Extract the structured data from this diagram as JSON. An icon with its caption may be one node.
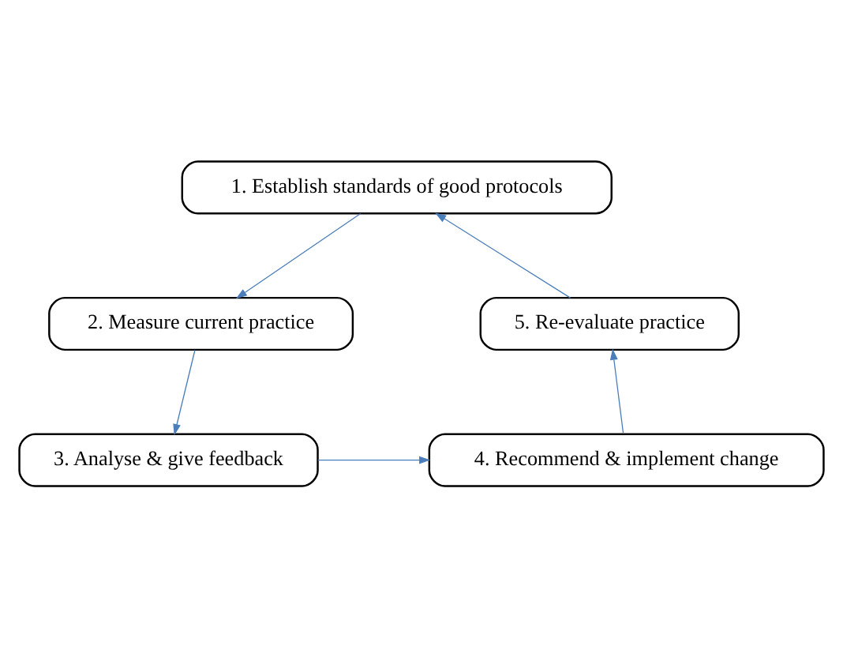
{
  "diagram": {
    "nodes": [
      {
        "text": [
          "1. Establish standards of good protocols"
        ]
      },
      {
        "text": [
          "2. Measure current practice"
        ]
      },
      {
        "text": [
          "3. Analyse & give feedback"
        ]
      },
      {
        "text": [
          "4. Recommend & implement change"
        ]
      },
      {
        "text": [
          "5. Re-evaluate practice"
        ]
      }
    ],
    "edges": [
      {
        "from": 0,
        "to": 1,
        "arrow": "to",
        "color": "#4a7ebb"
      },
      {
        "from": 1,
        "to": 2,
        "arrow": "to",
        "color": "#4a7ebb"
      },
      {
        "from": 2,
        "to": 3,
        "arrow": "to",
        "color": "#4a7ebb"
      },
      {
        "from": 3,
        "to": 4,
        "arrow": "to",
        "color": "#4a7ebb"
      },
      {
        "from": 4,
        "to": 0,
        "arrow": "to",
        "color": "#4a7ebb"
      }
    ]
  }
}
